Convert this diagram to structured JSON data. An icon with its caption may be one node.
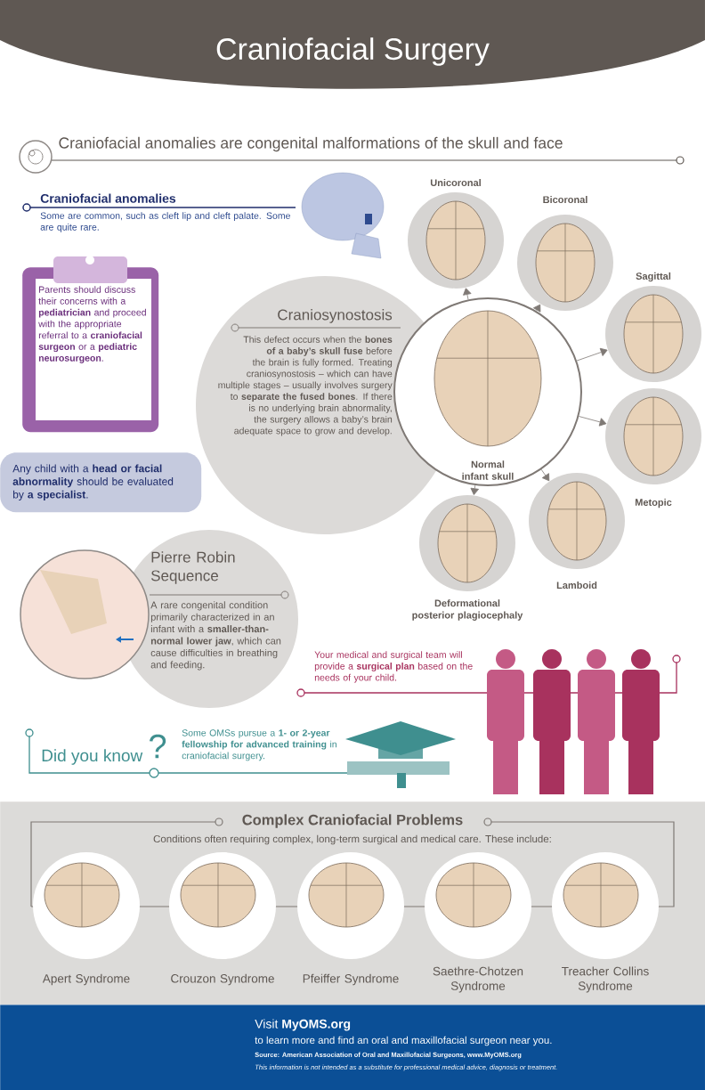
{
  "diagram": {
    "title": "Craniofacial Surgery",
    "nodes": [
      {
        "text": [
          "Parents should discuss their concerns with a **pediatrician** and proceed with the appropriate referral to a **craniofacial surgeon** or a **pediatric neurosurgeon**."
        ]
      },
      {
        "text": [
          "Any child with a **head or facial abnormality** should be evaluated by **a specialist**."
        ]
      },
      {
        "text": [
          "Craniosynostosis",
          "This defect occurs when the **bones of a baby’s skull fuse** before the brain is fully formed. Treating craniosynostosis – which can have multiple stages – usually involves surgery to **separate the fused bones**. If there is no underlying brain abnormality, the surgery allows a baby’s brain adequate space to grow and develop."
        ]
      },
      {
        "text": [
          "Normal infant skull"
        ]
      },
      {
        "text": [
          "Unicoronal"
        ]
      },
      {
        "text": [
          "Bicoronal"
        ]
      },
      {
        "text": [
          "Sagittal"
        ]
      },
      {
        "text": [
          "Metopic"
        ]
      },
      {
        "text": [
          "Lamboid"
        ]
      },
      {
        "text": [
          "Deformational posterior plagiocephaly"
        ]
      },
      {
        "text": [
          "Pierre Robin Sequence",
          "A rare congenital condition primarily characterized in an infant with a **smaller-than-normal lower jaw**, which can cause difficulties in breathing and feeding."
        ]
      },
      {
        "text": [
          "Complex Craniofacial Problems",
          "Conditions often requiring complex, long-term surgical and medical care. These include:"
        ]
      },
      {
        "text": [
          "Apert Syndrome"
        ],
        "in": 11
      },
      {
        "text": [
          "Crouzon Syndrome"
        ],
        "in": 11
      },
      {
        "text": [
          "Pfeiffer Syndrome"
        ],
        "in": 11
      },
      {
        "text": [
          "Saethre-Chotzen Syndrome"
        ],
        "in": 11
      },
      {
        "text": [
          "Treacher Collins Syndrome"
        ],
        "in": 11
      },
      {
        "text": [
          "Visit **MyOMS.org**",
          "to learn more and find an oral and maxillofacial surgeon near you.",
          "Source: American Association of Oral and Maxillofacial Surgeons, www.MyOMS.org",
          "This information is not intended as a substitute for professional medical advice, diagnosis or treatment."
        ]
      }
    ],
    "edges": [
      {
        "from": 3,
        "to": 4,
        "arrow": "to"
      },
      {
        "from": 3,
        "to": 5,
        "arrow": "to"
      },
      {
        "from": 3,
        "to": 6,
        "arrow": "to"
      },
      {
        "from": 3,
        "to": 7,
        "arrow": "to"
      },
      {
        "from": 3,
        "to": 8,
        "arrow": "to"
      },
      {
        "from": 3,
        "to": 9,
        "arrow": "to"
      }
    ],
    "labels": [
      "Craniofacial anomalies are congenital malformations of the skull and face",
      "Craniofacial anomalies",
      "Some are common, such as cleft lip and cleft palate. Some are quite rare.",
      "Your medical and surgical team will provide a **surgical plan** based on the needs of your child.",
      "Did you know",
      "?",
      "Some OMSs pursue a **1- or 2-year fellowship for advanced training** in craniofacial surgery."
    ]
  }
}
